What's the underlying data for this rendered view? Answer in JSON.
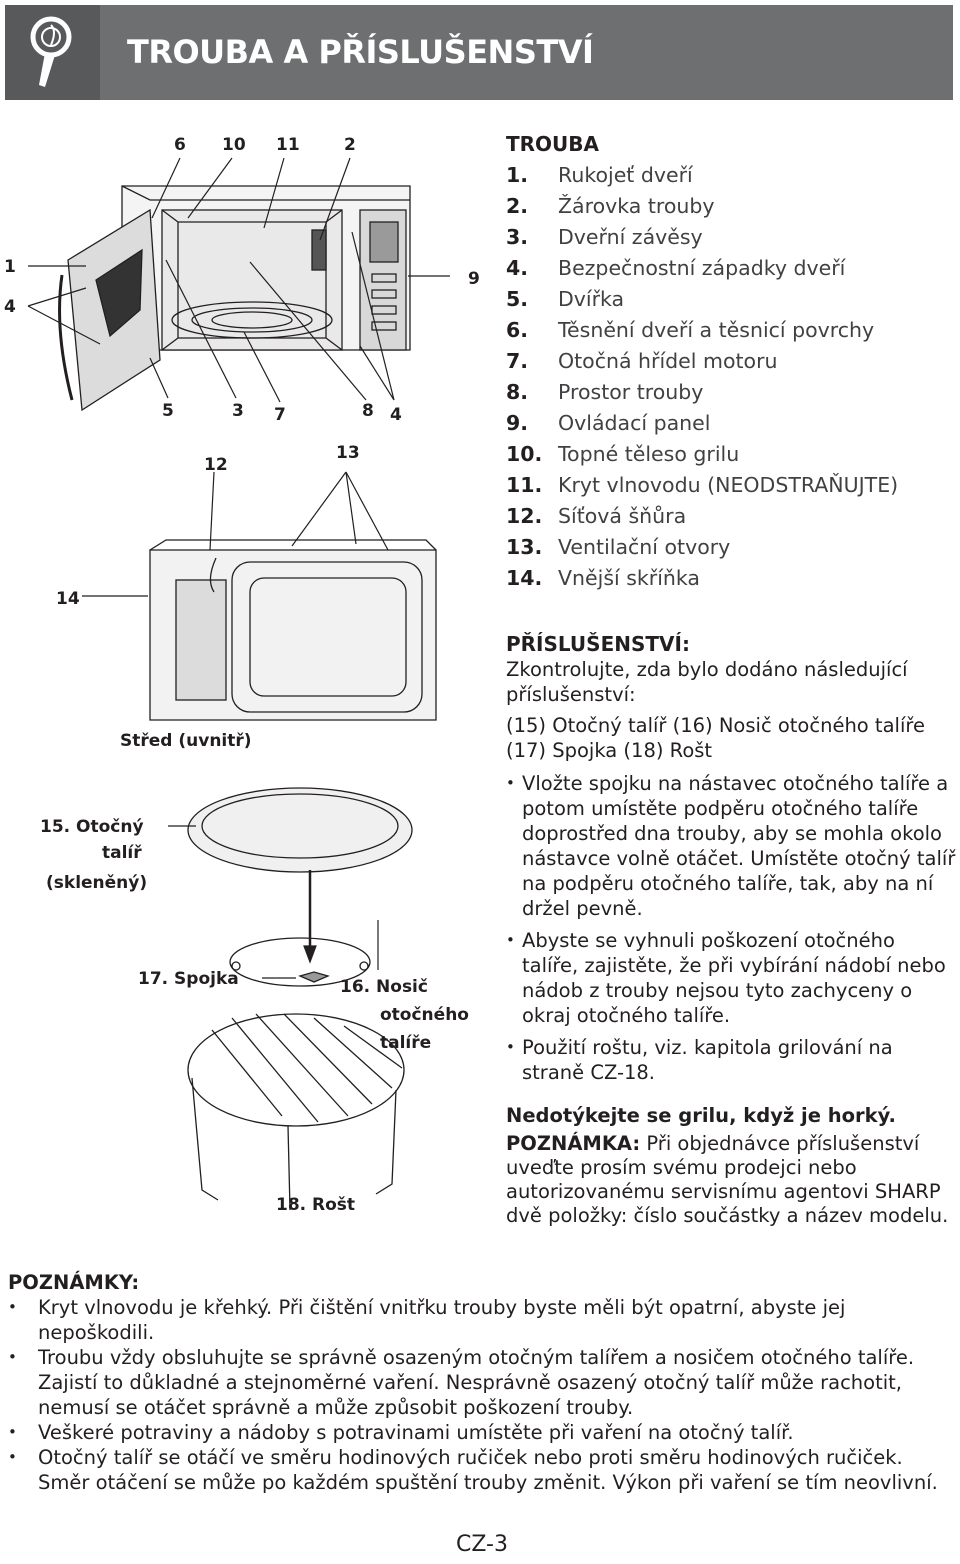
{
  "header": {
    "title": "TROUBA A PŘÍSLUŠENSTVÍ",
    "icon": "magnifier-icon"
  },
  "figure": {
    "oven_callouts": [
      "6",
      "10",
      "11",
      "2",
      "1",
      "4",
      "9",
      "5",
      "3",
      "7",
      "8",
      "4"
    ],
    "back_callouts": [
      "12",
      "13",
      "14"
    ],
    "accessory_labels": {
      "center": "Střed (uvnitř)",
      "turntable": [
        "15. Otočný",
        "talíř",
        "(skleněný)"
      ],
      "coupling": "17. Spojka",
      "support": [
        "16. Nosič",
        "otočného",
        "talíře"
      ],
      "rack": "18. Rošt"
    }
  },
  "oven": {
    "title": "TROUBA",
    "items": [
      {
        "n": "1.",
        "label": "Rukojeť dveří"
      },
      {
        "n": "2.",
        "label": "Žárovka trouby"
      },
      {
        "n": "3.",
        "label": "Dveřní závěsy"
      },
      {
        "n": "4.",
        "label": "Bezpečnostní západky dveří"
      },
      {
        "n": "5.",
        "label": "Dvířka"
      },
      {
        "n": "6.",
        "label": "Těsnění dveří a těsnicí povrchy"
      },
      {
        "n": "7.",
        "label": "Otočná hřídel motoru"
      },
      {
        "n": "8.",
        "label": "Prostor trouby"
      },
      {
        "n": "9.",
        "label": "Ovládací panel"
      },
      {
        "n": "10.",
        "label": "Topné těleso grilu"
      },
      {
        "n": "11.",
        "label": "Kryt vlnovodu (NEODSTRAŇUJTE)"
      },
      {
        "n": "12.",
        "label": "Síťová šňůra"
      },
      {
        "n": "13.",
        "label": "Ventilační otvory"
      },
      {
        "n": "14.",
        "label": "Vnější skříňka"
      }
    ]
  },
  "accessories": {
    "title": "PŘÍSLUŠENSTVÍ:",
    "intro": "Zkontrolujte, zda bylo dodáno následující příslušenství:",
    "list_line1": "(15) Otočný talíř (16) Nosič otočného talíře",
    "list_line2": "(17) Spojka (18) Rošt",
    "bullets": [
      "Vložte spojku na nástavec otočného talíře a potom umístěte podpěru otočného talíře doprostřed dna trouby, aby se mohla okolo nástavce volně otáčet. Umístěte otočný talíř na podpěru otočného talíře, tak, aby na ní držel pevně.",
      "Abyste se vyhnuli poškození otočného talíře, zajistěte, že při vybírání nádobí nebo nádob z trouby nejsou tyto zachyceny o okraj otočného talíře.",
      "Použití roštu, viz. kapitola grilování na straně CZ-18."
    ]
  },
  "warning": {
    "bold": "Nedotýkejte se grilu, když je horký.",
    "note_label": "POZNÁMKA:",
    "note_text": " Při objednávce příslušenství uveďte prosím svému prodejci nebo autorizovanému servisnímu agentovi SHARP dvě položky: číslo součástky a název modelu."
  },
  "notes": {
    "title": "POZNÁMKY:",
    "items": [
      "Kryt vlnovodu je křehký. Při čištění vnitřku trouby byste měli být opatrní, abyste jej nepoškodili.",
      "Troubu vždy obsluhujte se správně osazeným otočným talířem a nosičem otočného talíře. Zajistí to důkladné a stejnoměrné vaření. Nesprávně osazený otočný talíř může rachotit, nemusí se otáčet správně a může způsobit poškození trouby.",
      "Veškeré potraviny a nádoby s potravinami umístěte při vaření na otočný talíř.",
      "Otočný talíř se otáčí ve směru hodinových ručiček nebo proti směru hodinových ručiček. Směr otáčení se může po každém spuštění trouby změnit. Výkon při vaření se tím neovlivní."
    ]
  },
  "page_number": "CZ-3"
}
